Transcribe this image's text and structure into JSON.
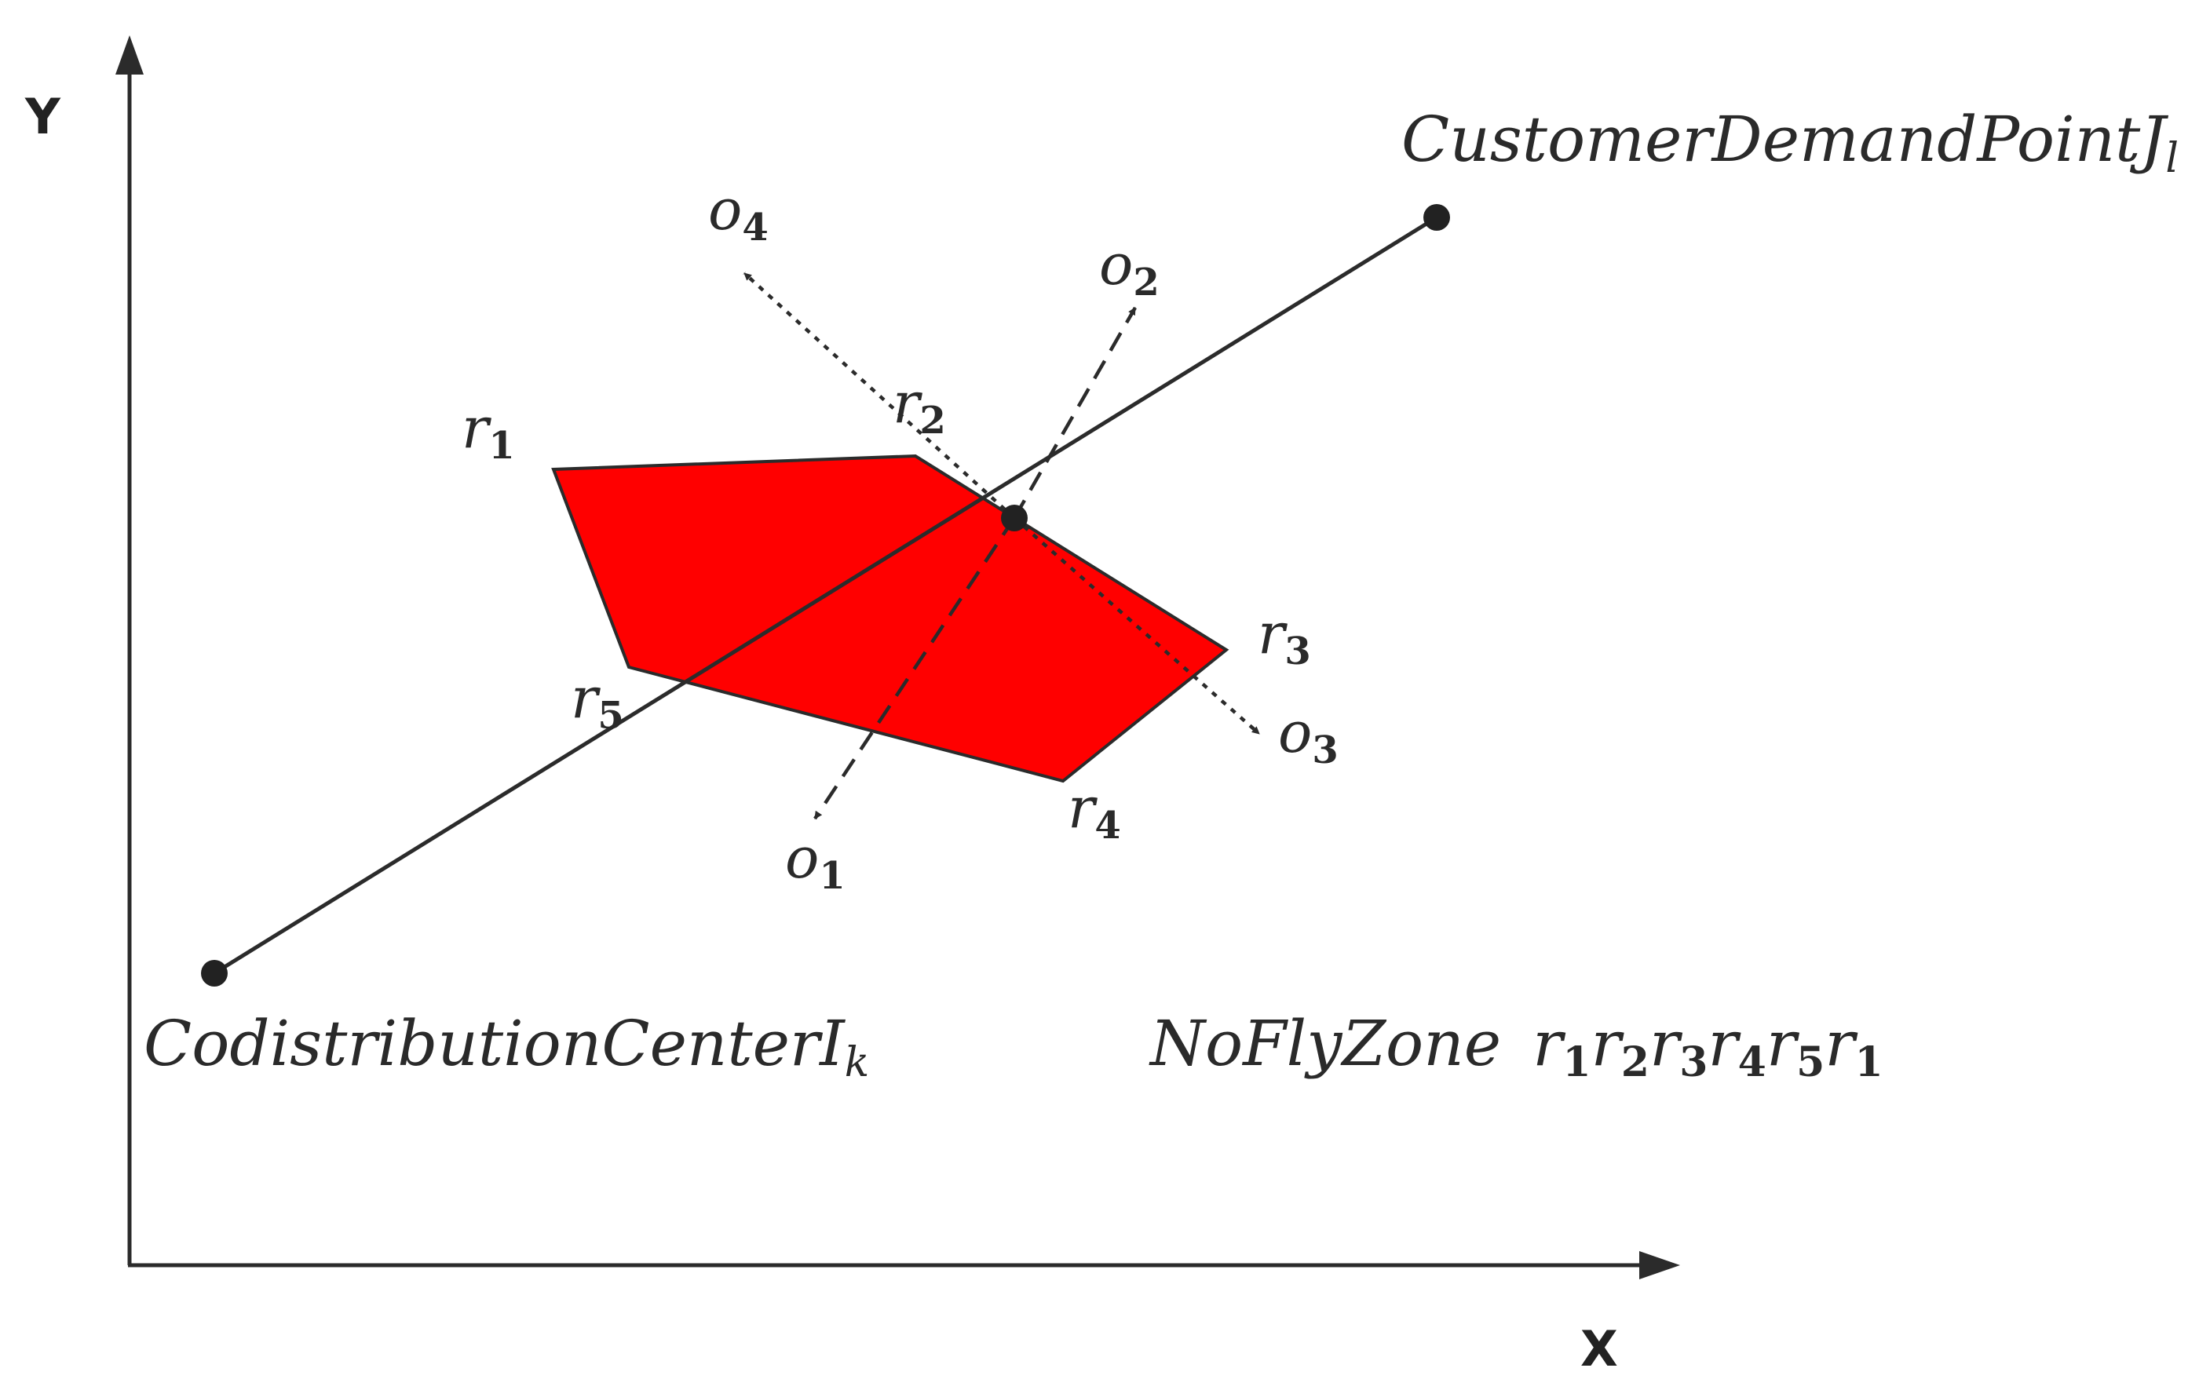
{
  "colors": {
    "zone_fill": "#ff0000",
    "stroke": "#2b2b2b",
    "background": "#ffffff"
  },
  "axes": {
    "x_label": "X",
    "y_label": "Y"
  },
  "points": {
    "center": {
      "label": "CodistributionCenterI",
      "subscript": "k"
    },
    "customer": {
      "label": "CustomerDemandPointJ",
      "subscript": "l"
    }
  },
  "zone": {
    "caption_prefix": "NoFlyZone",
    "vertices": [
      {
        "letter": "r",
        "sub": "1"
      },
      {
        "letter": "r",
        "sub": "2"
      },
      {
        "letter": "r",
        "sub": "3"
      },
      {
        "letter": "r",
        "sub": "4"
      },
      {
        "letter": "r",
        "sub": "5"
      }
    ],
    "caption_sequence": [
      {
        "letter": "r",
        "sub": "1"
      },
      {
        "letter": "r",
        "sub": "2"
      },
      {
        "letter": "r",
        "sub": "3"
      },
      {
        "letter": "r",
        "sub": "4"
      },
      {
        "letter": "r",
        "sub": "5"
      },
      {
        "letter": "r",
        "sub": "1"
      }
    ]
  },
  "directions": [
    {
      "letter": "o",
      "sub": "1",
      "style": "dashed"
    },
    {
      "letter": "o",
      "sub": "2",
      "style": "dashed"
    },
    {
      "letter": "o",
      "sub": "3",
      "style": "dotted"
    },
    {
      "letter": "o",
      "sub": "4",
      "style": "dotted"
    }
  ]
}
